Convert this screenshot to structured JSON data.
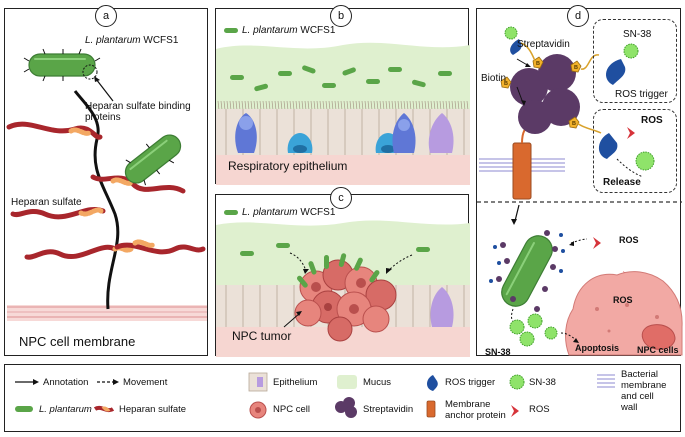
{
  "panels": {
    "a": {
      "badge": "a",
      "species": "L. plantarum",
      "strain": "WCFS1",
      "binding_label": "Heparan sulfate binding proteins",
      "binding_label_line1": "Heparan sulfate binding",
      "binding_label_line2": "proteins",
      "heparan_label": "Heparan sulfate",
      "membrane_label": "NPC cell membrane"
    },
    "b": {
      "badge": "b",
      "species": "L. plantarum",
      "strain": "WCFS1",
      "tissue_label": "Respiratory epithelium"
    },
    "c": {
      "badge": "c",
      "species": "L. plantarum",
      "strain": "WCFS1",
      "tumor_label": "NPC tumor"
    },
    "d": {
      "badge": "d",
      "streptavidin_label": "Streptavidin",
      "biotin_label": "Biotin",
      "biotin_marker": "B",
      "sn38_label": "SN-38",
      "ros_trigger_label": "ROS trigger",
      "ros_label": "ROS",
      "release_label": "Release",
      "ros_label_lower_1": "ROS",
      "ros_label_lower_2": "ROS",
      "sn38_label_lower": "SN-38",
      "apoptosis_label": "Apoptosis",
      "npc_cells_label": "NPC cells"
    }
  },
  "legend": {
    "annotation": "Annotation",
    "movement": "Movement",
    "epithelium": "Epithelium",
    "mucus": "Mucus",
    "ros_trigger": "ROS trigger",
    "sn38": "SN-38",
    "bacterial_membrane_line1": "Bacterial",
    "bacterial_membrane_line2": "membrane and cell",
    "bacterial_membrane_line3": "wall",
    "l_plantarum": "L. plantarum",
    "heparan_sulfate": "Heparan sulfate",
    "npc_cell": "NPC cell",
    "streptavidin": "Streptavidin",
    "anchor_line1": "Membrane",
    "anchor_line2": "anchor protein",
    "ros": "ROS"
  },
  "colors": {
    "bacterium": "#5aa548",
    "bacterium_dark": "#3d7d34",
    "heparan": "#a8262c",
    "heparan_band": "#f3a863",
    "mucus": "#dff0cf",
    "epithelium_cell": "#ebe1d8",
    "tissue": "#f6d6d1",
    "npc_cell": "#e7857d",
    "npc_cell_dark": "#b94f4d",
    "streptavidin": "#5b3a66",
    "biotin": "#f3b22b",
    "anchor": "#d9692e",
    "ros_trigger": "#1f4fa0",
    "sn38": "#8fe36a",
    "ros": "#d6333a",
    "membrane_stripe": "#8c8ad0",
    "goblet": "#7b8fd8",
    "ciliated_blue": "#4aa8d6",
    "purple_cell": "#b79be0"
  },
  "icons": {
    "bacterium": "rod-bacterium-icon",
    "streptavidin": "tetramer-icon",
    "ros": "chevron-icon",
    "sn38": "spiky-ball-icon",
    "ros_trigger": "c-shape-icon"
  }
}
